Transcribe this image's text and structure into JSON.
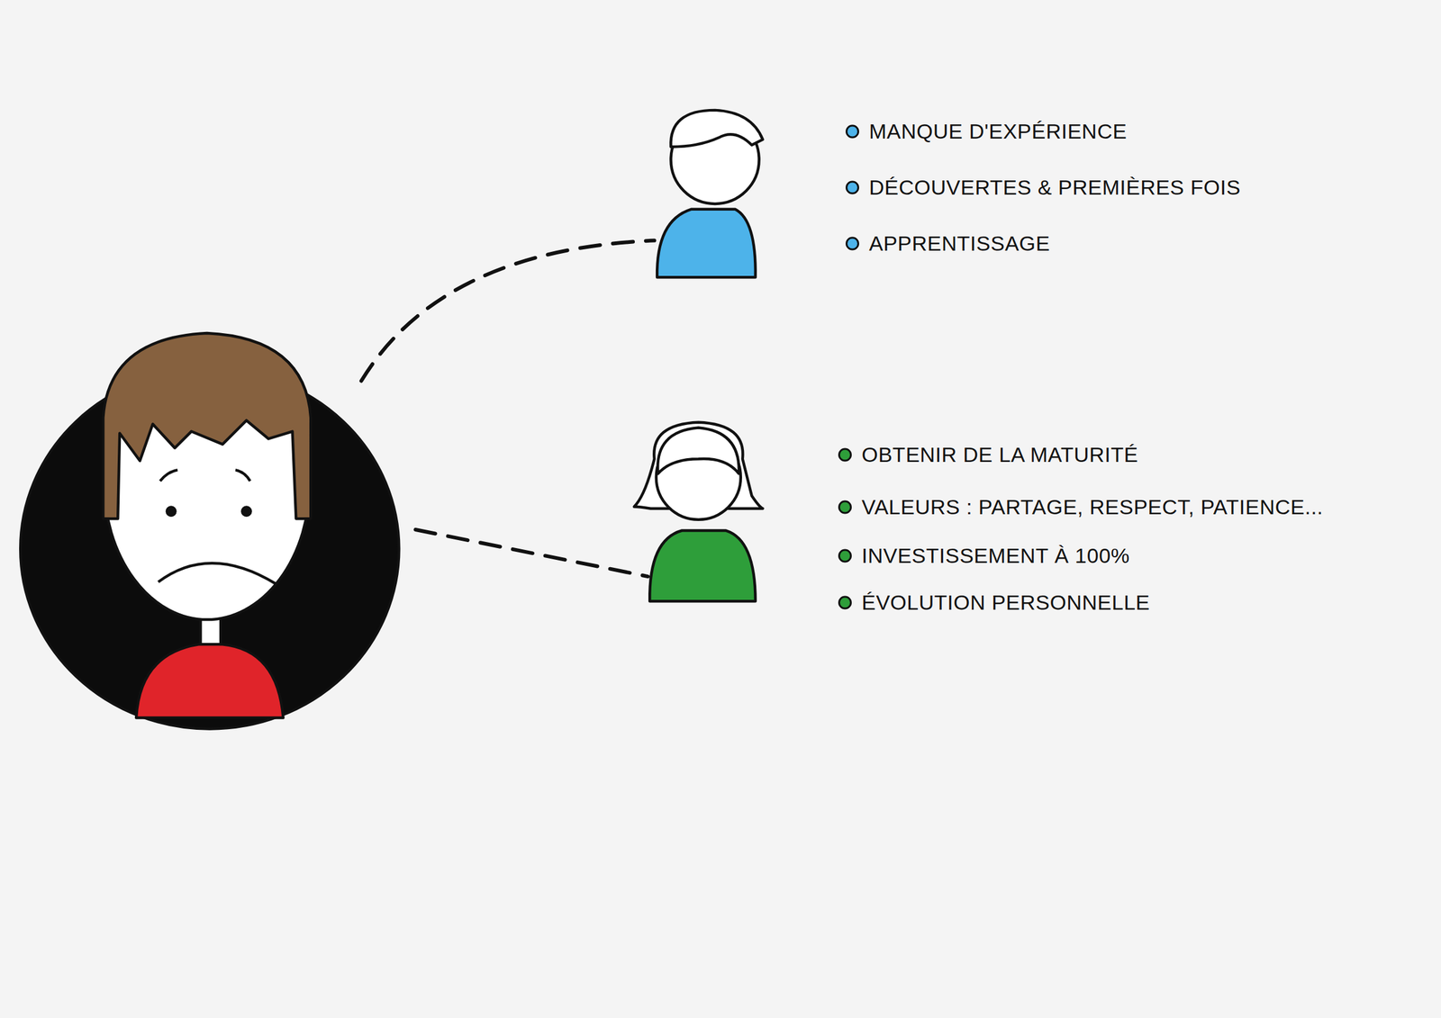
{
  "diagram": {
    "labels": [
      "MANQUE D'EXPÉRIENCE",
      "DÉCOUVERTES & PREMIÈRES FOIS",
      "APPRENTISSAGE",
      "OBTENIR DE LA MATURITÉ",
      "VALEURS : PARTAGE, RESPECT, PATIENCE...",
      "INVESTISSEMENT À 100%",
      "ÉVOLUTION PERSONNELLE"
    ]
  }
}
